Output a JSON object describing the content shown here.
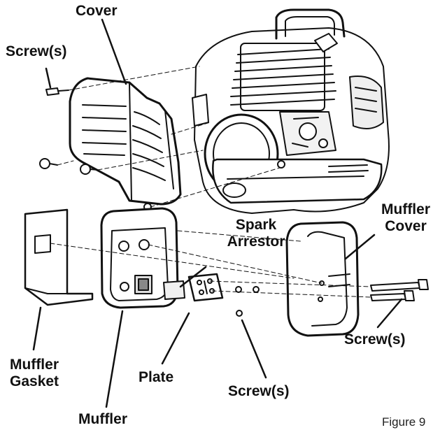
{
  "labels": {
    "cover": "Cover",
    "screws_top": "Screw(s)",
    "spark_arrestor_line1": "Spark",
    "spark_arrestor_line2": "Arrestor",
    "muffler_cover_line1": "Muffler",
    "muffler_cover_line2": "Cover",
    "screws_right": "Screw(s)",
    "muffler_gasket_line1": "Muffler",
    "muffler_gasket_line2": "Gasket",
    "plate": "Plate",
    "screws_bottom": "Screw(s)",
    "muffler": "Muffler"
  },
  "caption": "Figure 9",
  "colors": {
    "ink": "#111111",
    "fill": "#ffffff",
    "shade": "#e8e8e8"
  }
}
